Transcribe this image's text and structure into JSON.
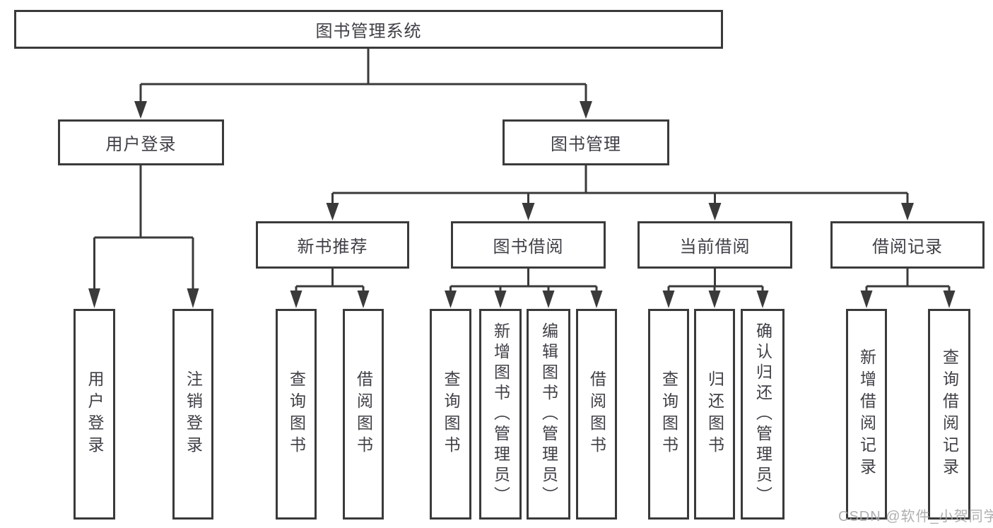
{
  "diagram": {
    "title": "图书管理系统",
    "level2": [
      {
        "label": "用户登录"
      },
      {
        "label": "图书管理"
      }
    ],
    "level3": [
      {
        "label": "新书推荐"
      },
      {
        "label": "图书借阅"
      },
      {
        "label": "当前借阅"
      },
      {
        "label": "借阅记录"
      }
    ],
    "leaves": {
      "user_login": [
        "用户登录",
        "注销登录"
      ],
      "new_book_recommend": [
        "查询图书",
        "借阅图书"
      ],
      "book_borrow": [
        "查询图书",
        "新增图书（管理员）",
        "编辑图书（管理员）",
        "借阅图书"
      ],
      "current_borrow": [
        "查询图书",
        "归还图书",
        "确认归还（管理员）"
      ],
      "borrow_record": [
        "新增借阅记录",
        "查询借阅记录"
      ]
    }
  },
  "watermark": {
    "text": "CSDN @软件_小贺同学"
  },
  "colors": {
    "line": "#3a3a3a",
    "text": "#3f3f46",
    "watermark": "#a8a8aa",
    "background": "#ffffff"
  }
}
